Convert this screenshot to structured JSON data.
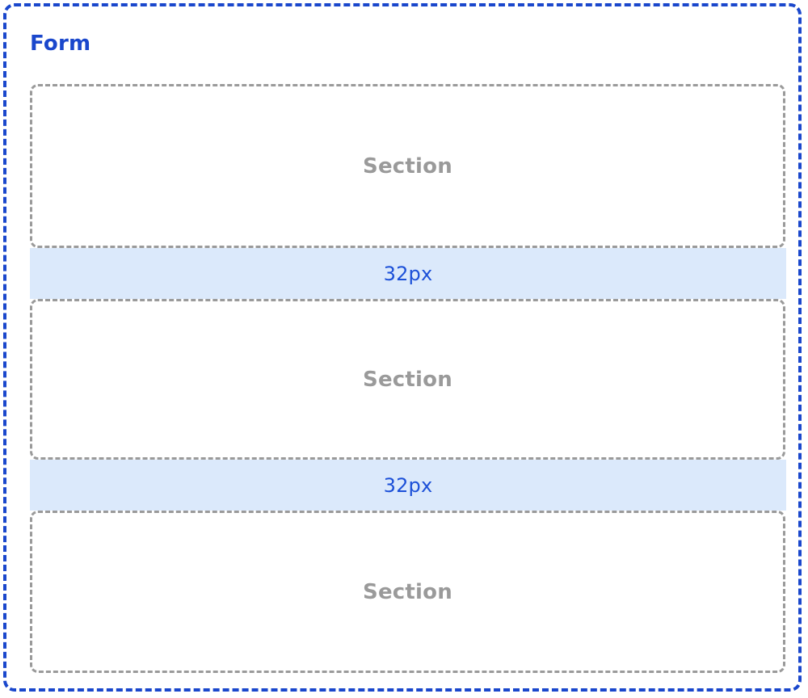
{
  "form": {
    "title": "Form",
    "accent_color": "#1a47cc",
    "border_style": "dashed"
  },
  "spec": {
    "section_border_color": "#9a9a9a",
    "section_label_color": "#9a9a9a",
    "spacer_background_color": "#dbe9fb",
    "spacer_label_color": "#1c50d8"
  },
  "blocks": [
    {
      "kind": "section",
      "label": "Section"
    },
    {
      "kind": "spacer",
      "label": "32px"
    },
    {
      "kind": "section",
      "label": "Section"
    },
    {
      "kind": "spacer",
      "label": "32px"
    },
    {
      "kind": "section",
      "label": "Section"
    }
  ]
}
